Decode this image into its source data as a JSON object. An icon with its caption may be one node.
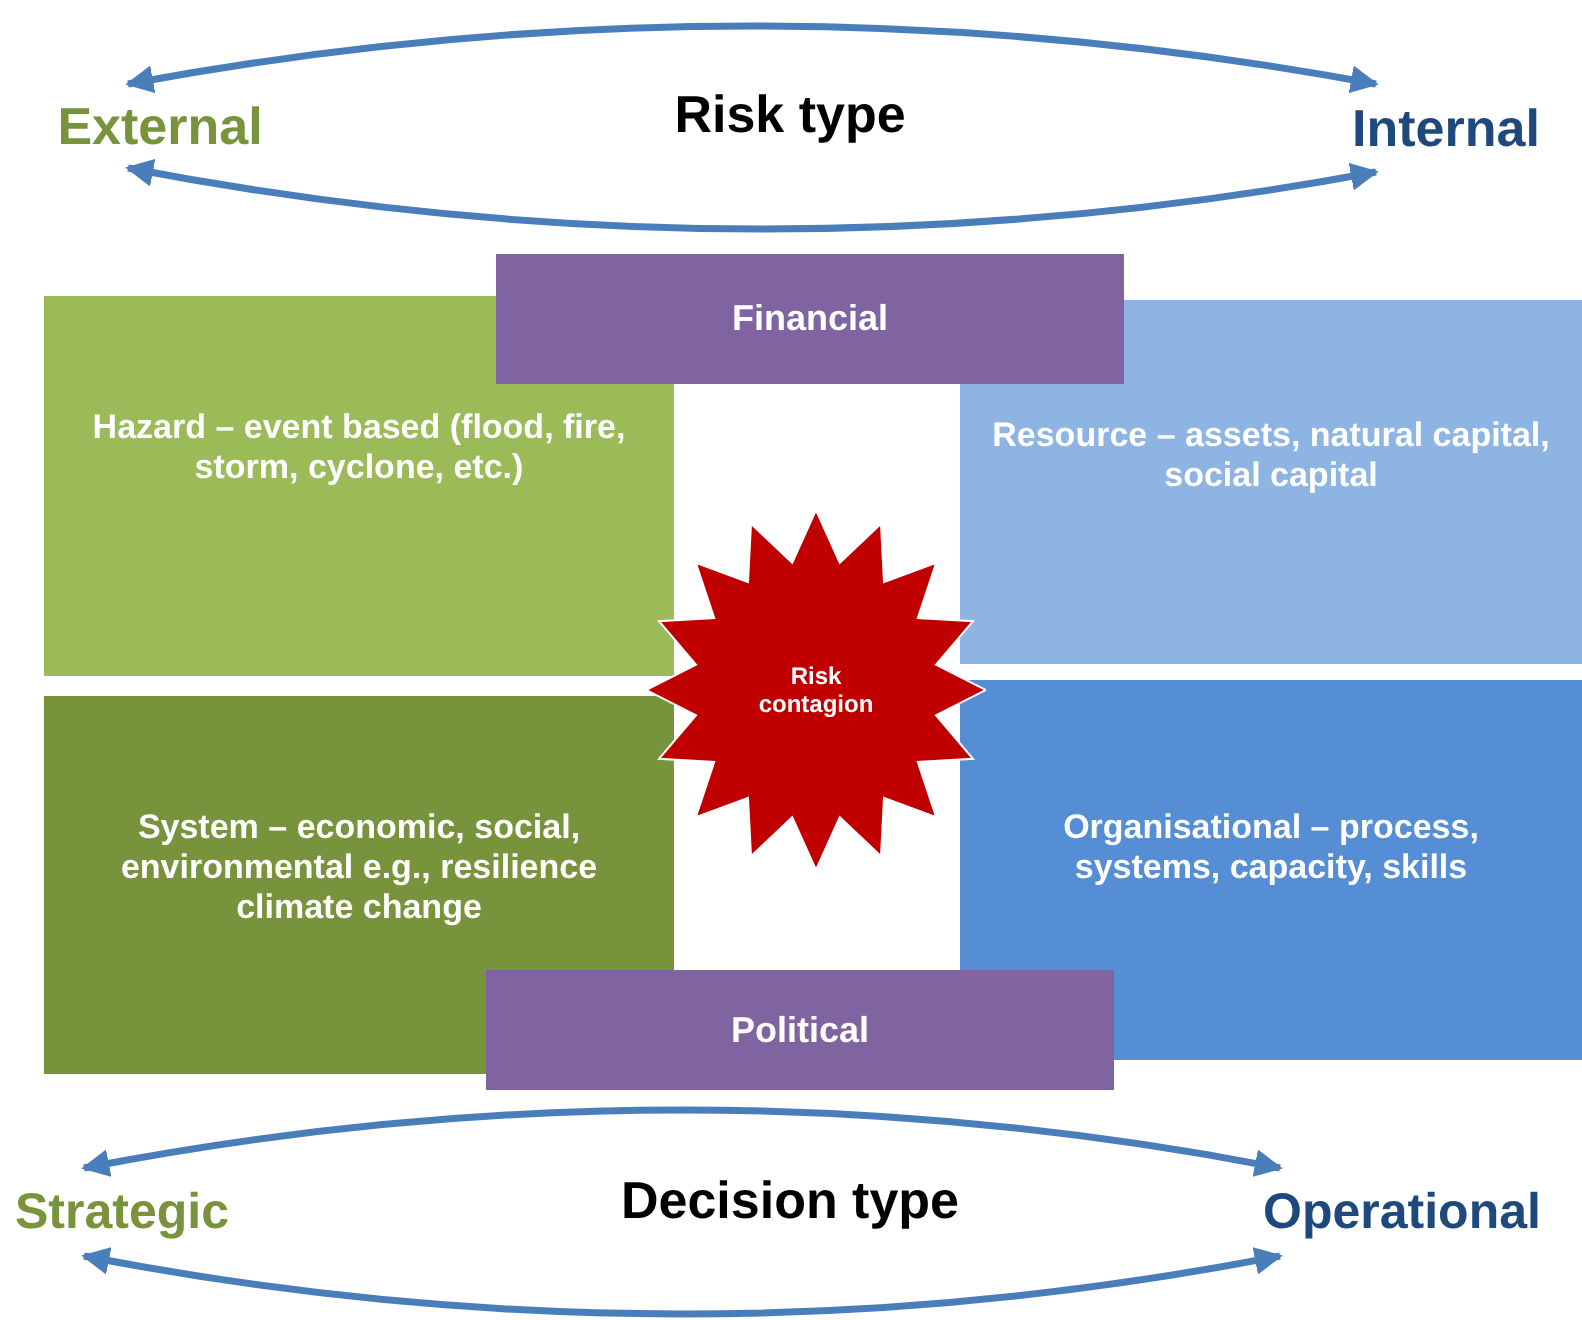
{
  "diagram": {
    "nodes": [
      {
        "text": [
          "External"
        ]
      },
      {
        "text": [
          "Internal"
        ]
      },
      {
        "text": [
          "Financial"
        ]
      },
      {
        "text": [
          "Hazard – event based (flood, fire, storm, cyclone, etc.)"
        ]
      },
      {
        "text": [
          "Resource – assets, natural capital, social capital"
        ]
      },
      {
        "text": [
          "Risk contagion"
        ]
      },
      {
        "text": [
          "System – economic, social, environmental e.g., resilience climate change"
        ]
      },
      {
        "text": [
          "Organisational – process, systems, capacity, skills"
        ]
      },
      {
        "text": [
          "Political"
        ]
      },
      {
        "text": [
          "Strategic"
        ]
      },
      {
        "text": [
          "Operational"
        ]
      }
    ],
    "edges": [
      {
        "from": 0,
        "to": 1,
        "arrow": "both"
      },
      {
        "from": 0,
        "to": 1,
        "arrow": "both"
      },
      {
        "from": 9,
        "to": 10,
        "arrow": "both"
      },
      {
        "from": 9,
        "to": 10,
        "arrow": "both"
      }
    ],
    "labels": [
      "Risk type",
      "Decision type"
    ]
  }
}
